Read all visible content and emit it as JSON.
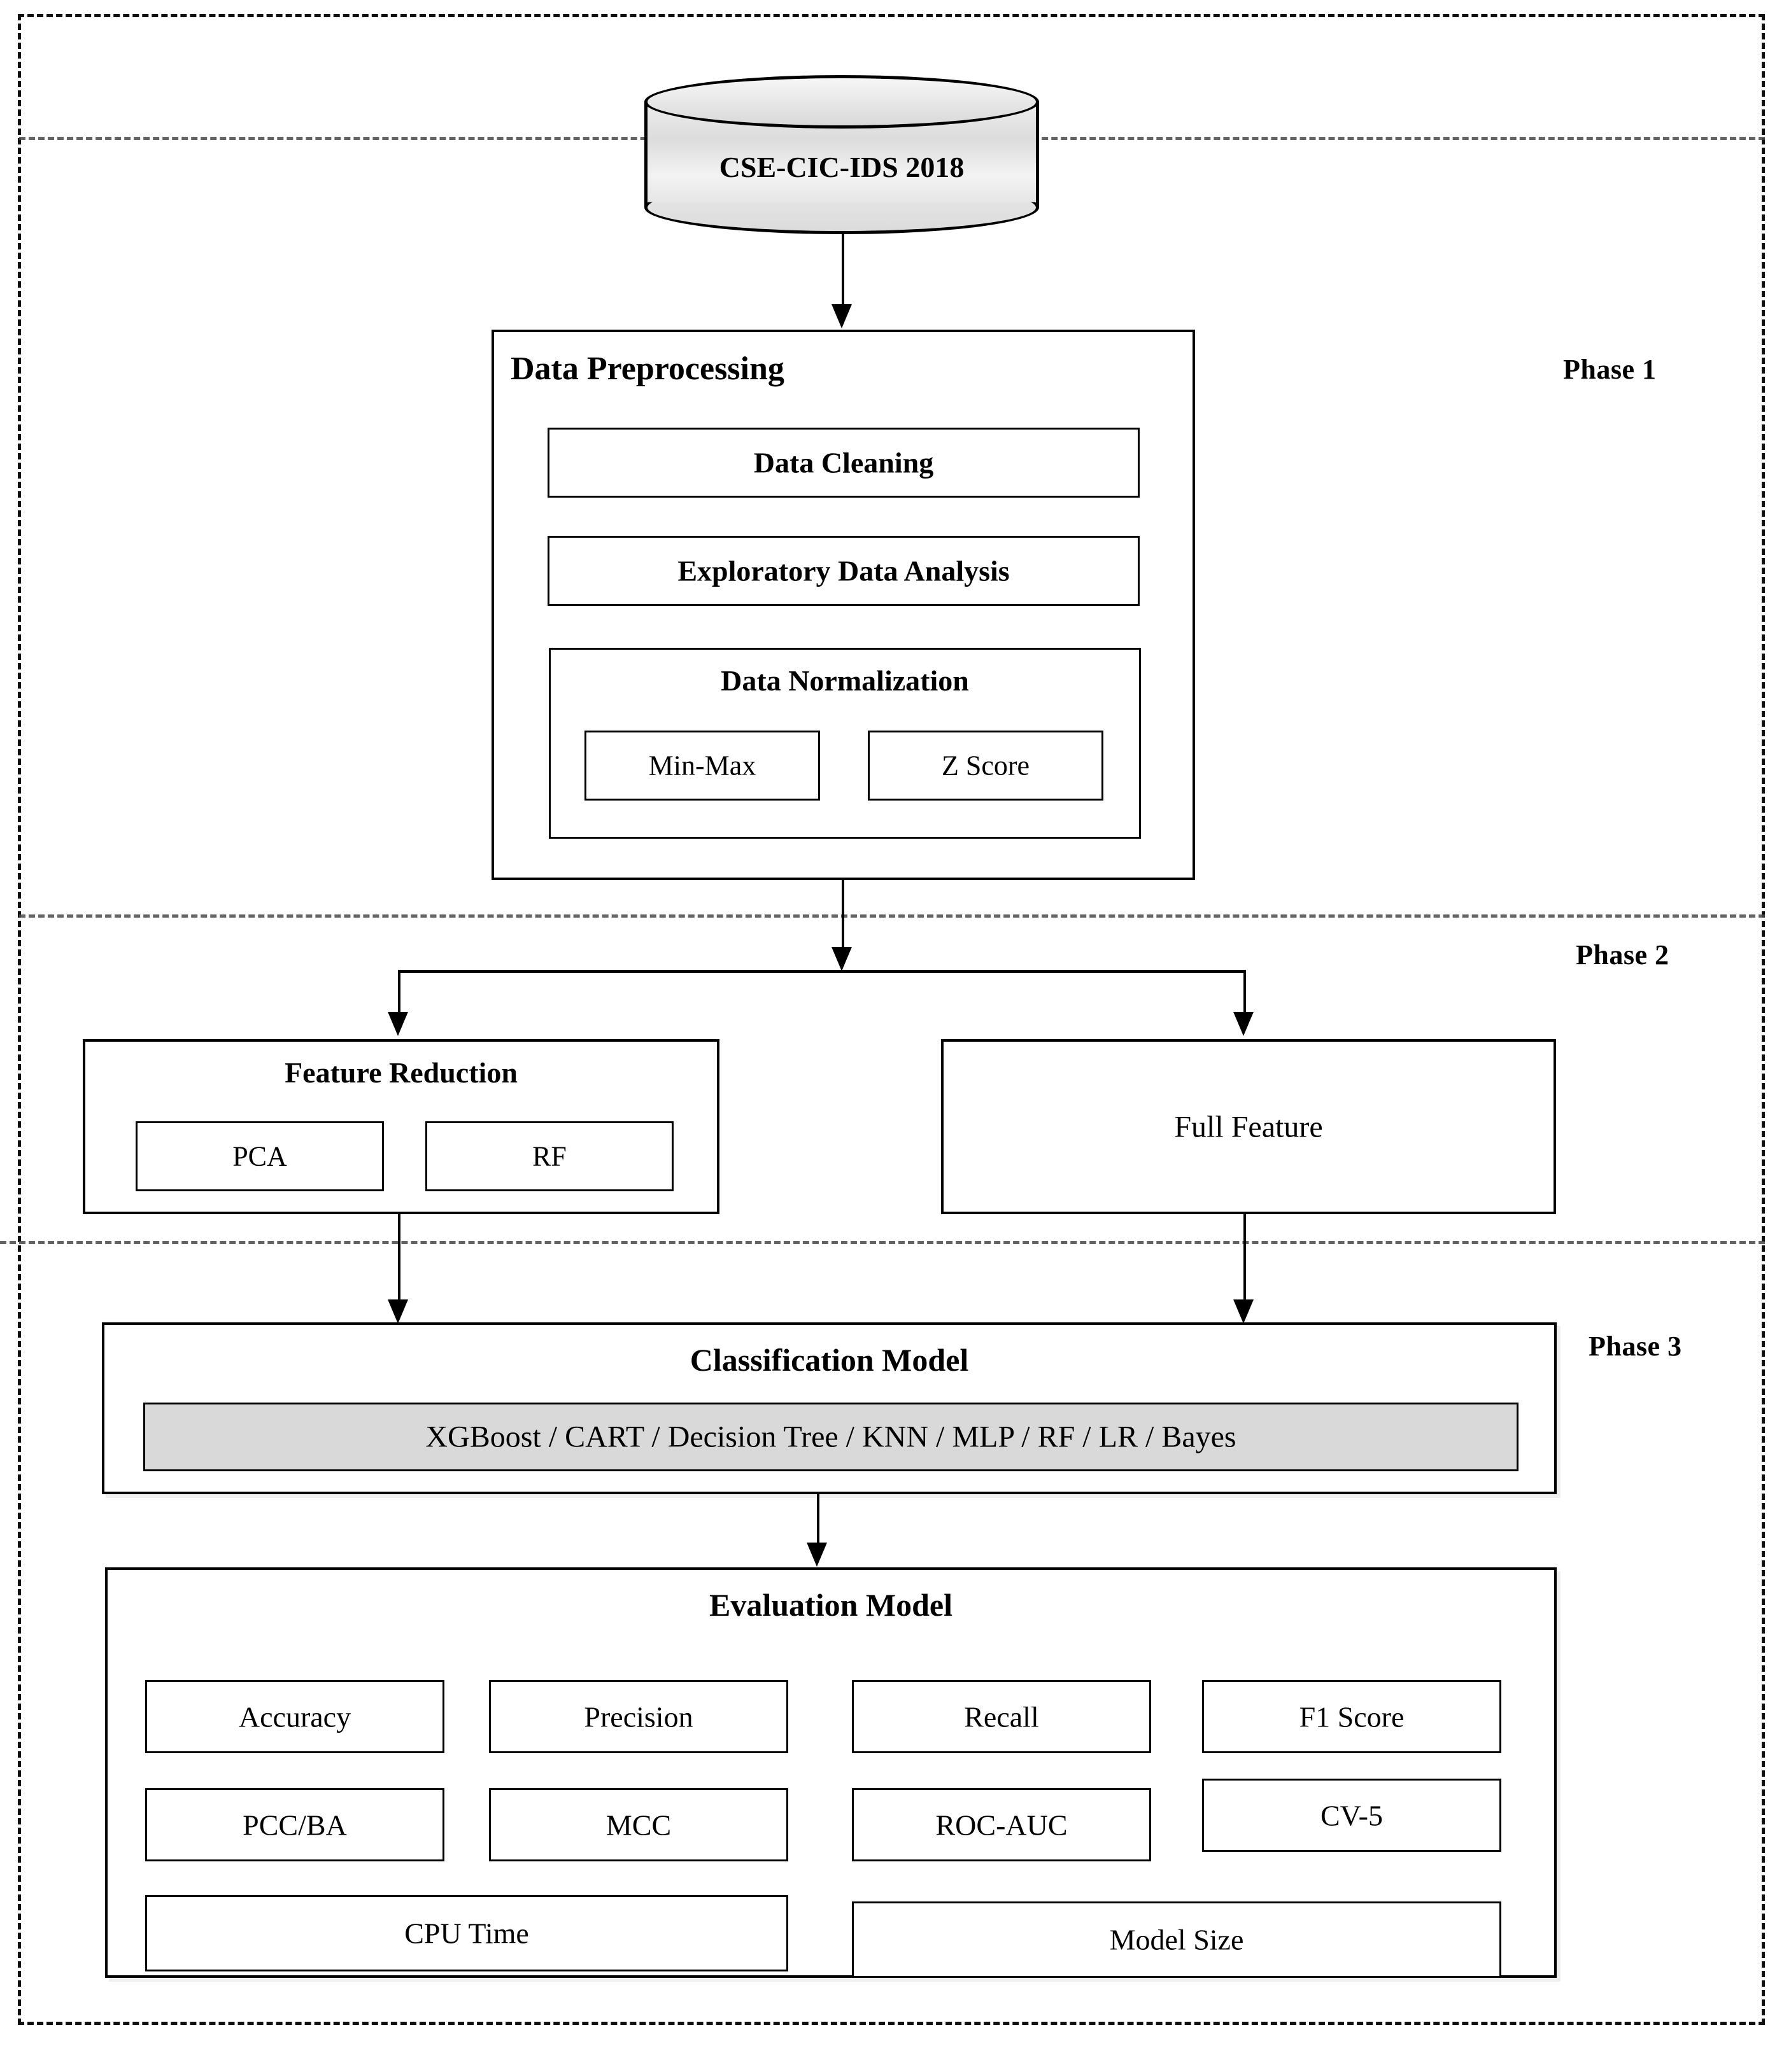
{
  "figure": {
    "title": "IDS methodology flowchart",
    "phases": [
      {
        "id": "phase1",
        "label": "Phase 1"
      },
      {
        "id": "phase2",
        "label": "Phase 2"
      },
      {
        "id": "phase3",
        "label": "Phase 3"
      }
    ]
  },
  "dataset": {
    "name": "CSE-CIC-IDS  2018",
    "shape": "database-cylinder"
  },
  "phase1": {
    "preprocessing": {
      "title": "Data Preprocessing",
      "steps": [
        {
          "label": "Data Cleaning"
        },
        {
          "label": "Exploratory Data Analysis"
        }
      ],
      "normalization": {
        "title": "Data Normalization",
        "methods": [
          {
            "label": "Min-Max"
          },
          {
            "label": "Z Score"
          }
        ]
      }
    }
  },
  "phase2": {
    "feature_reduction": {
      "title": "Feature Reduction",
      "methods": [
        {
          "label": "PCA"
        },
        {
          "label": "RF"
        }
      ]
    },
    "full_feature": {
      "label": "Full Feature"
    }
  },
  "phase3": {
    "classification": {
      "title": "Classification  Model",
      "models_line": "XGBoost / CART / Decision Tree / KNN / MLP / RF / LR / Bayes",
      "models": [
        "XGBoost",
        "CART",
        "Decision Tree",
        "KNN",
        "MLP",
        "RF",
        "LR",
        "Bayes"
      ]
    },
    "evaluation": {
      "title": "Evaluation Model",
      "metrics_row1": [
        {
          "label": "Accuracy"
        },
        {
          "label": "Precision"
        },
        {
          "label": "Recall"
        },
        {
          "label": "F1 Score"
        }
      ],
      "metrics_row2": [
        {
          "label": "PCC/BA"
        },
        {
          "label": "MCC"
        },
        {
          "label": "ROC-AUC"
        },
        {
          "label": "CV-5"
        }
      ],
      "metrics_row3": [
        {
          "label": "CPU Time"
        },
        {
          "label": "Model Size"
        }
      ]
    }
  },
  "colors": {
    "line": "#000000",
    "frame": "#111111",
    "divider": "#4a4a4a",
    "shaded_panel": "#d9d9d9",
    "cylinder_fill": "#e4e4e4",
    "background": "#ffffff"
  }
}
